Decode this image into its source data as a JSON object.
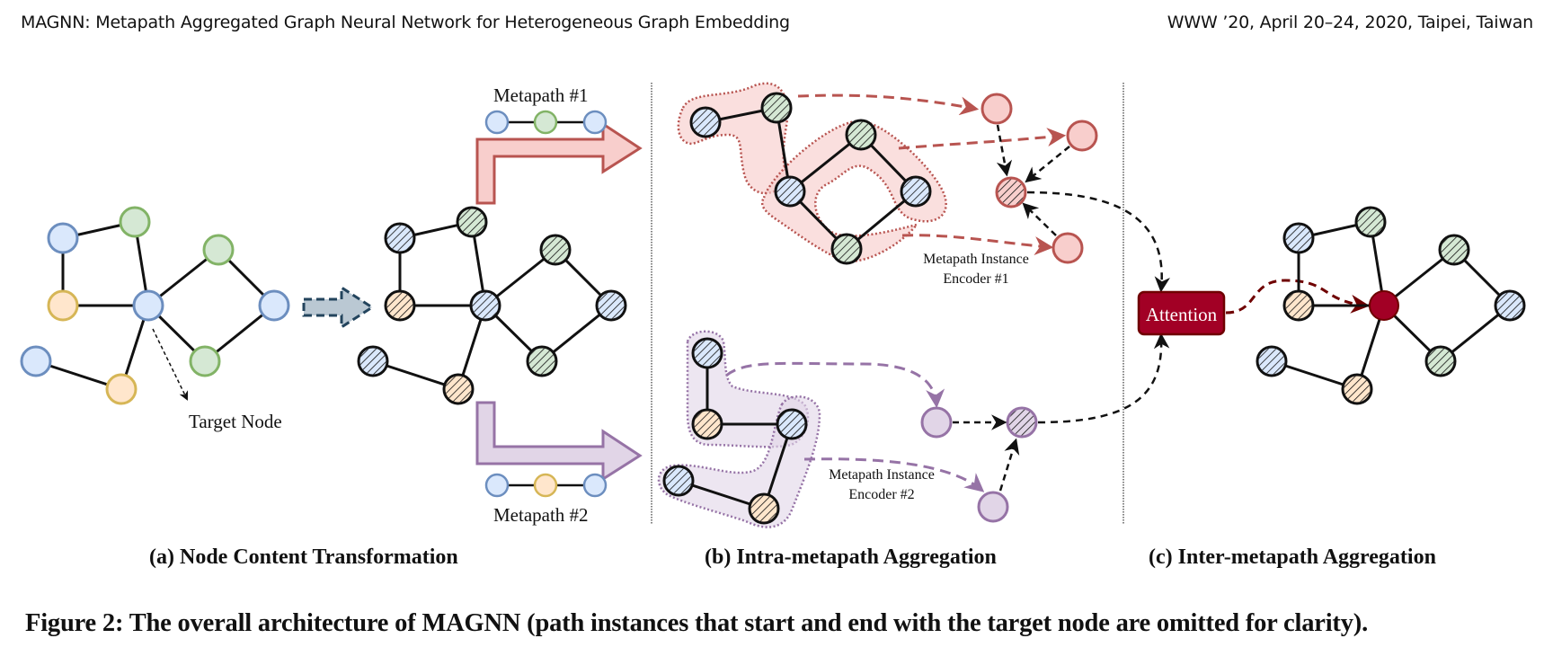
{
  "header": {
    "left": "MAGNN: Metapath Aggregated Graph Neural Network for Heterogeneous Graph Embedding",
    "right": "WWW ’20, April 20–24, 2020, Taipei, Taiwan"
  },
  "colors": {
    "type_a_fill": "#dae8fc",
    "type_a_stroke": "#6c8ebf",
    "type_b_fill": "#d5e8d4",
    "type_b_stroke": "#82b366",
    "type_c_fill": "#ffe6cc",
    "type_c_stroke": "#d6b656",
    "metapath1_fill": "#f8cecc",
    "metapath1_stroke": "#b85450",
    "metapath2_fill": "#e1d5e7",
    "metapath2_stroke": "#9673a6",
    "attention_fill": "#a20025",
    "attention_stroke": "#6f0000",
    "transform_arrow_fill": "#bac8d3",
    "transform_arrow_stroke": "#23445d"
  },
  "panel_a": {
    "target_node_label": "Target Node",
    "caption": "(a) Node Content Transformation",
    "metapath1_label": "Metapath #1",
    "metapath2_label": "Metapath #2"
  },
  "panel_b": {
    "encoder1_line1": "Metapath Instance",
    "encoder1_line2": "Encoder #1",
    "encoder2_line1": "Metapath Instance",
    "encoder2_line2": "Encoder #2",
    "caption": "(b) Intra-metapath Aggregation"
  },
  "panel_c": {
    "attention_label": "Attention",
    "caption": "(c) Inter-metapath Aggregation"
  },
  "figure_caption": "Figure 2: The overall architecture of MAGNN (path instances that start and end with the target node are omitted for clarity).",
  "graph": {
    "node_types": [
      "A",
      "B",
      "C"
    ],
    "nodes": [
      {
        "id": "n1",
        "type": "A"
      },
      {
        "id": "n2",
        "type": "B"
      },
      {
        "id": "n3",
        "type": "C"
      },
      {
        "id": "target",
        "type": "A"
      },
      {
        "id": "n5",
        "type": "B"
      },
      {
        "id": "n6",
        "type": "A"
      },
      {
        "id": "n7",
        "type": "B"
      },
      {
        "id": "n8",
        "type": "A"
      },
      {
        "id": "n9",
        "type": "C"
      }
    ],
    "edges": [
      [
        "n1",
        "n2"
      ],
      [
        "n1",
        "n3"
      ],
      [
        "n2",
        "target"
      ],
      [
        "n3",
        "target"
      ],
      [
        "target",
        "n5"
      ],
      [
        "n5",
        "n6"
      ],
      [
        "target",
        "n7"
      ],
      [
        "n7",
        "n6"
      ],
      [
        "target",
        "n9"
      ],
      [
        "n8",
        "n9"
      ]
    ]
  },
  "metapaths": [
    {
      "name": "Metapath #1",
      "types": [
        "A",
        "B",
        "A"
      ]
    },
    {
      "name": "Metapath #2",
      "types": [
        "A",
        "C",
        "A"
      ]
    }
  ]
}
